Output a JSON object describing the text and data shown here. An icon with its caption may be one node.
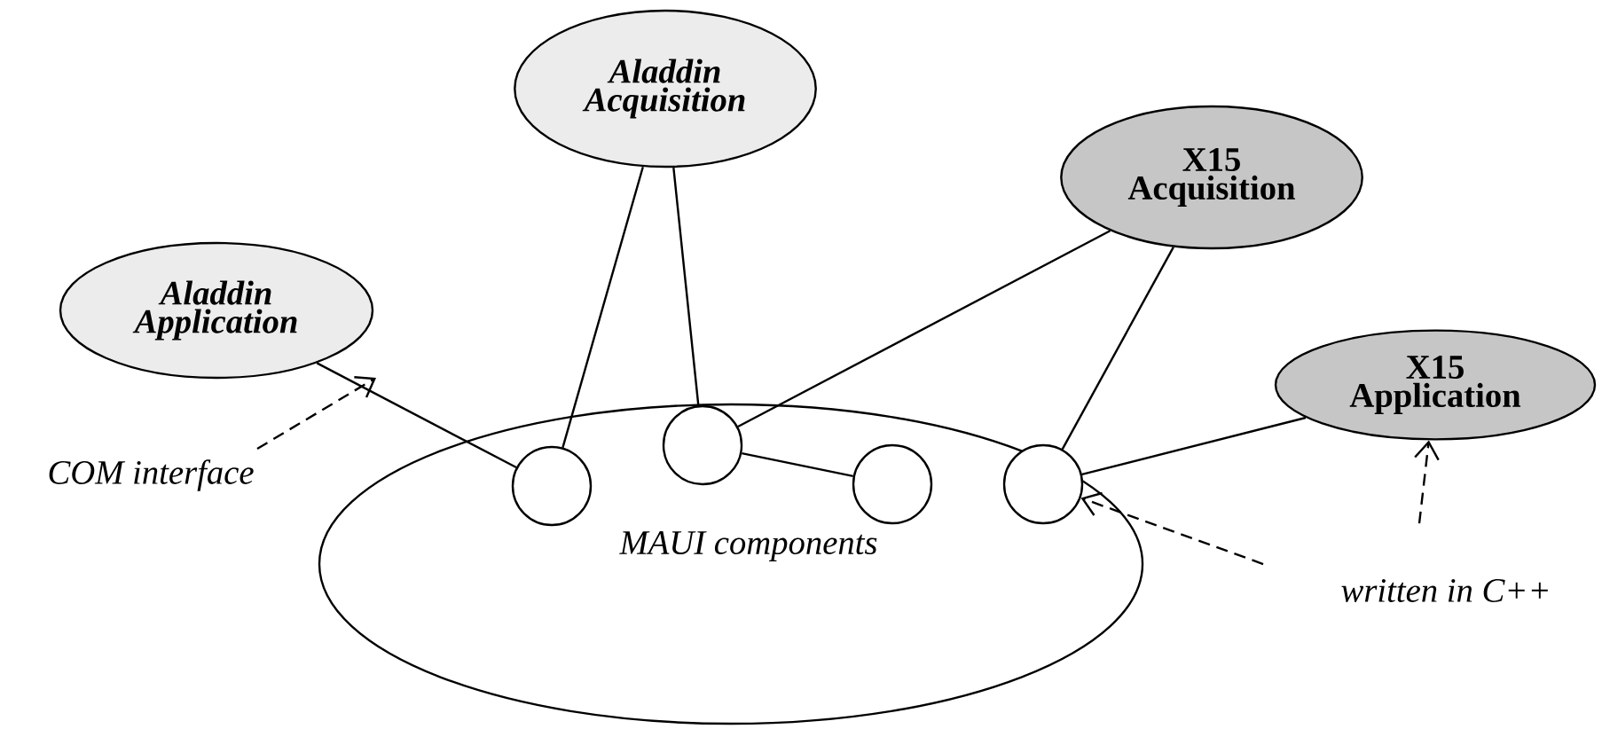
{
  "diagram": {
    "nodes": [
      {
        "text": [
          "Aladdin Application"
        ]
      },
      {
        "text": [
          "Aladdin Acquisition"
        ]
      },
      {
        "text": [
          "X15 Acquisition"
        ]
      },
      {
        "text": [
          "X15 Application"
        ]
      },
      {
        "text": [
          "MAUI components"
        ]
      },
      {
        "text": [],
        "shape": "circle",
        "in": 4
      },
      {
        "text": [],
        "shape": "circle",
        "in": 4
      },
      {
        "text": [],
        "shape": "circle",
        "in": 4
      },
      {
        "text": [],
        "shape": "circle",
        "in": 4
      },
      {
        "text": [
          "COM interface"
        ]
      },
      {
        "text": [
          "written in C++"
        ]
      }
    ],
    "edges": [
      {
        "from": 0,
        "to": 5,
        "arrow": "none"
      },
      {
        "from": 1,
        "to": 5,
        "arrow": "none"
      },
      {
        "from": 1,
        "to": 6,
        "arrow": "none"
      },
      {
        "from": 2,
        "to": 6,
        "arrow": "none"
      },
      {
        "from": 6,
        "to": 7,
        "arrow": "none"
      },
      {
        "from": 2,
        "to": 8,
        "arrow": "none"
      },
      {
        "from": 3,
        "to": 8,
        "arrow": "none"
      },
      {
        "from": 9,
        "to": null,
        "arrow": "to",
        "style": "dashed"
      },
      {
        "from": 10,
        "to": 8,
        "arrow": "to",
        "style": "dashed"
      },
      {
        "from": 10,
        "to": 3,
        "arrow": "to",
        "style": "dashed"
      }
    ]
  }
}
